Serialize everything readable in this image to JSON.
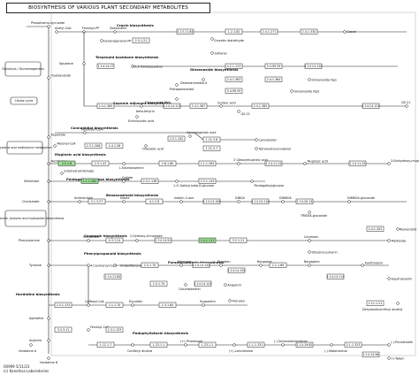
{
  "title": "BIOSYNTHESIS OF VARIOUS PLANT SECONDARY METABOLITES",
  "footer": {
    "map_id": "00999 5/11/23",
    "copyright": "(c) Kanehisa Laboratories"
  },
  "colors": {
    "line": "#222222",
    "enzyme_fill": "#ffffff",
    "highlight_fill": "#9fe39a",
    "text": "#111111"
  },
  "side_boxes": [
    {
      "id": "glycolysis",
      "label": "Glycolysis / Gluconeogenesis"
    },
    {
      "id": "citrate",
      "label": "Citrate cycle"
    },
    {
      "id": "cysteine",
      "label": "Cysteine and methionine metabolism"
    },
    {
      "id": "phenylalanine",
      "label": "Phenylalanine, tyrosine and tryptophan biosynthesis"
    }
  ],
  "pathway_headers": [
    {
      "id": "crocin",
      "label": "Crocin biosynthesis"
    },
    {
      "id": "terpenoid",
      "label": "Terpenoid backbone biosynthesis"
    },
    {
      "id": "ginsenoside",
      "label": "Ginsenoside biosynthesis"
    },
    {
      "id": "saponin",
      "label": "Saponin adjuvant biosynthesis"
    },
    {
      "id": "cannabidiol",
      "label": "Cannabidiol biosynthesis"
    },
    {
      "id": "mugineic",
      "label": "Mugineic acid biosynthesis"
    },
    {
      "id": "pentagalloylglucose",
      "label": "Pentagalloylglucose biosynthesis"
    },
    {
      "id": "benzoxazinoid",
      "label": "Benzoxazinoid biosynthesis"
    },
    {
      "id": "coumarin",
      "label": "Coumarin biosynthesis"
    },
    {
      "id": "phenylpropanoid",
      "label": "Phenylpropanoid biosynthesis"
    },
    {
      "id": "furanocoumarin",
      "label": "Furanocoumarin biosynthesis"
    },
    {
      "id": "hordatine",
      "label": "Hordatine biosynthesis"
    },
    {
      "id": "podophyllotoxin",
      "label": "Podophyllotoxin biosynthesis"
    }
  ],
  "compounds": [
    {
      "id": "phosphoenol",
      "label": "Phosphoenol-pyruvate"
    },
    {
      "id": "acetyl_coa",
      "label": "Acetyl-CoA"
    },
    {
      "id": "farnesyl_pp",
      "label": "Farnesyl-PP"
    },
    {
      "id": "zeaxanthin",
      "label": "Zeaxanthin"
    },
    {
      "id": "geranylgeranyl",
      "label": "Geranylgeranyl-PP"
    },
    {
      "id": "crocetin",
      "label": "Crocetin dialdehyde"
    },
    {
      "id": "crocin",
      "label": "Crocin"
    },
    {
      "id": "squalene",
      "label": "Squalene"
    },
    {
      "id": "safranal",
      "label": "Safranal"
    },
    {
      "id": "oxidosqualene",
      "label": "2,3-Oxidosqualene"
    },
    {
      "id": "dammarenediol",
      "label": "Dammarenediol-II"
    },
    {
      "id": "ginsenoside_rg3",
      "label": "Ginsenoside Rg3"
    },
    {
      "id": "ginsenoside_rg1",
      "label": "Ginsenoside Rg1"
    },
    {
      "id": "protopanaxadiol",
      "label": "Protopanaxadiol"
    },
    {
      "id": "ginsenoside_rb1",
      "label": "Ginsenoside Rb1"
    },
    {
      "id": "beta_amyrin",
      "label": "beta-Amyrin"
    },
    {
      "id": "quillaic",
      "label": "Quillaic acid"
    },
    {
      "id": "qs21",
      "label": "QS-21"
    },
    {
      "id": "echinocystic",
      "label": "Echinocystic acid"
    },
    {
      "id": "oxaloacetate",
      "label": "Oxaloacetate"
    },
    {
      "id": "malonyl_coa",
      "label": "Malonyl-CoA"
    },
    {
      "id": "hexanoyl_coa",
      "label": "Hexanoyl-CoA"
    },
    {
      "id": "olivetolic",
      "label": "Olivetolic acid"
    },
    {
      "id": "cannabigerolic",
      "label": "Cannabigerolic acid"
    },
    {
      "id": "cannabidiolic",
      "label": "Cannabidiolic acid"
    },
    {
      "id": "cannabidiol",
      "label": "Cannabidiol"
    },
    {
      "id": "thc",
      "label": "Tetrahydrocannabinol"
    },
    {
      "id": "aspartate",
      "label": "Aspartate"
    },
    {
      "id": "methionine",
      "label": "Methionine"
    },
    {
      "id": "nicotianamine",
      "label": "L-Nicotianamine"
    },
    {
      "id": "deoxymugineic",
      "label": "2'-Deoxymugineic acid"
    },
    {
      "id": "mugineic",
      "label": "Mugineic acid"
    },
    {
      "id": "epihydroxy",
      "label": "3-Epihydroxy-mugineic acid"
    },
    {
      "id": "shikimate",
      "label": "Shikimate"
    },
    {
      "id": "dehydroshikimate",
      "label": "3-Dehydroshikimate"
    },
    {
      "id": "gallate",
      "label": "Gallate"
    },
    {
      "id": "galloyl_glucose",
      "label": "1-O-Galloyl-beta-D-glucose"
    },
    {
      "id": "pentagalloyl",
      "label": "Pentagalloylglucose"
    },
    {
      "id": "chorismate",
      "label": "Chorismate"
    },
    {
      "id": "anthranilate",
      "label": "Anthranilate"
    },
    {
      "id": "indole",
      "label": "Indole"
    },
    {
      "id": "indolin",
      "label": "Indolin-2-one"
    },
    {
      "id": "diboa",
      "label": "DIBOA"
    },
    {
      "id": "dimboa",
      "label": "DIMBOA"
    },
    {
      "id": "tribo",
      "label": "TRIBOA-glucoside"
    },
    {
      "id": "dimboa_glc",
      "label": "DIMBOA-glucoside"
    },
    {
      "id": "phenylalanine",
      "label": "Phenylalanine"
    },
    {
      "id": "propanoate",
      "label": "Propanoate"
    },
    {
      "id": "tyrosine",
      "label": "Tyrosine"
    },
    {
      "id": "cinnamate",
      "label": "Cinnamate"
    },
    {
      "id": "coumarinate",
      "label": "2-Hydroxy-cinnamate"
    },
    {
      "id": "coumarin",
      "label": "Coumarin"
    },
    {
      "id": "melilotate",
      "label": "Melilotate"
    },
    {
      "id": "dihydrocoumarin",
      "label": "Dihydrocoumarin"
    },
    {
      "id": "coumaroyl_coa",
      "label": "4-Coumaroyl-CoA"
    },
    {
      "id": "umbelliferone",
      "label": "Umbelliferone"
    },
    {
      "id": "marmesin",
      "label": "Marmesin"
    },
    {
      "id": "psoralen",
      "label": "Psoralen"
    },
    {
      "id": "bergaptol",
      "label": "Bergaptol"
    },
    {
      "id": "bergapten",
      "label": "Bergapten"
    },
    {
      "id": "xanthotoxin",
      "label": "Xanthotoxin"
    },
    {
      "id": "isopimpinellin",
      "label": "Isopimpinellin"
    },
    {
      "id": "columbianetin",
      "label": "Columbianetin"
    },
    {
      "id": "angelicin",
      "label": "Angelicin"
    },
    {
      "id": "caffeoyl_coa",
      "label": "Caffeoyl-CoA"
    },
    {
      "id": "esculetin",
      "label": "Esculetin"
    },
    {
      "id": "scopoletin",
      "label": "Scopoletin"
    },
    {
      "id": "feruloyl_coa",
      "label": "Feruloyl-CoA"
    },
    {
      "id": "coniferyl",
      "label": "Coniferyl alcohol"
    },
    {
      "id": "pinoresinol",
      "label": "(+)-Pinoresinol"
    },
    {
      "id": "lariciresinol",
      "label": "(+)-Lariciresinol"
    },
    {
      "id": "secoisolariciresinol",
      "label": "(-)-Secoisolariciresinol"
    },
    {
      "id": "matairesinol",
      "label": "(-)-Matairesinol"
    },
    {
      "id": "pluviatolide",
      "label": "(-)-Pluviatolide"
    },
    {
      "id": "yatein",
      "label": "(-)-Yatein"
    },
    {
      "id": "agmatine",
      "label": "Agmatine"
    },
    {
      "id": "hordatine_a",
      "label": "Hordatine A"
    },
    {
      "id": "hordatine_b",
      "label": "Hordatine B"
    },
    {
      "id": "arginine",
      "label": "Arginine"
    },
    {
      "id": "coumaroylagmatine",
      "label": "4-Coumaroyl-agmatine"
    },
    {
      "id": "feruloylagmatine",
      "label": "Feruloyl-agmatine"
    },
    {
      "id": "stilbene",
      "label": "Resveratrol"
    },
    {
      "id": "dehydrodiconiferyl",
      "label": "Dehydrodiconiferyl alcohol"
    }
  ],
  "enzymes": [
    {
      "id": "e1",
      "label": "1.13.11.84"
    },
    {
      "id": "e2",
      "label": "1.2.1.82"
    },
    {
      "id": "e3",
      "label": "2.4.1.271"
    },
    {
      "id": "e4",
      "label": "2.4.1.330"
    },
    {
      "id": "e5",
      "label": "2.5.1.21"
    },
    {
      "id": "e6",
      "label": "1.14.14.17"
    },
    {
      "id": "e7",
      "label": "4.2.1.123"
    },
    {
      "id": "e8",
      "label": "5.4.99.39"
    },
    {
      "id": "e9",
      "label": "1.14.14.120"
    },
    {
      "id": "e10",
      "label": "2.4.1.363"
    },
    {
      "id": "e11",
      "label": "2.4.1.364"
    },
    {
      "id": "e12",
      "label": "5.4.99.39"
    },
    {
      "id": "e13",
      "label": "2.4.1.365"
    },
    {
      "id": "e14",
      "label": "1.14.14.121"
    },
    {
      "id": "e15",
      "label": "2.4.1.367"
    },
    {
      "id": "e16",
      "label": "2.3.1.206"
    },
    {
      "id": "e17",
      "label": "4.4.1.26"
    },
    {
      "id": "e18",
      "label": "2.5.1.102"
    },
    {
      "id": "e19",
      "label": "1.21.3.8"
    },
    {
      "id": "e20",
      "label": "1.21.3.7"
    },
    {
      "id": "e21",
      "label": "2.5.1.6"
    },
    {
      "id": "e22",
      "label": "2.5.1.43"
    },
    {
      "id": "e23",
      "label": "2.6.1.80"
    },
    {
      "id": "e24",
      "label": "1.1.1.285"
    },
    {
      "id": "e25",
      "label": "1.14.11.24"
    },
    {
      "id": "e26",
      "label": "1.14.11.25"
    },
    {
      "id": "e27",
      "label": "1.1.1.282"
    },
    {
      "id": "e28",
      "label": "2.4.1.136"
    },
    {
      "id": "e29",
      "label": "2.3.1.143"
    },
    {
      "id": "e30",
      "label": "4.1.3.27"
    },
    {
      "id": "e31",
      "label": "4.1.2.8"
    },
    {
      "id": "e32",
      "label": "1.14.14.109"
    },
    {
      "id": "e33",
      "label": "1.14.14.110"
    },
    {
      "id": "e34",
      "label": "1.14.20.14"
    },
    {
      "id": "e35",
      "label": "2.4.1.202"
    },
    {
      "id": "e36",
      "label": "4.3.1.24"
    },
    {
      "id": "e37",
      "label": "1.14.14.91"
    },
    {
      "id": "e38",
      "label": "2.4.1.111"
    },
    {
      "id": "e39",
      "label": "3.2.1.21"
    },
    {
      "id": "e40",
      "label": "6.2.1.12"
    },
    {
      "id": "e41",
      "label": "1.14.11.62"
    },
    {
      "id": "e42",
      "label": "2.5.1.70"
    },
    {
      "id": "e43",
      "label": "1.14.14.141"
    },
    {
      "id": "e44",
      "label": "1.14.14.120"
    },
    {
      "id": "e45",
      "label": "2.1.1.69"
    },
    {
      "id": "e46",
      "label": "2.1.1.70"
    },
    {
      "id": "e47",
      "label": "1.14.14.114"
    },
    {
      "id": "e48",
      "label": "2.3.1.64"
    },
    {
      "id": "e49",
      "label": "1.11.1.7"
    },
    {
      "id": "e50",
      "label": "1.23.1.1"
    },
    {
      "id": "e51",
      "label": "1.23.1.2"
    },
    {
      "id": "e52",
      "label": "1.1.1.331"
    },
    {
      "id": "e53",
      "label": "1.14.19.62"
    },
    {
      "id": "e54",
      "label": "2.1.1.323"
    },
    {
      "id": "e55",
      "label": "1.14.14.56"
    },
    {
      "id": "e56",
      "label": "2.3.1.133"
    },
    {
      "id": "e57",
      "label": "3.5.3.11"
    },
    {
      "id": "e58",
      "label": "1.11.1.21"
    }
  ]
}
